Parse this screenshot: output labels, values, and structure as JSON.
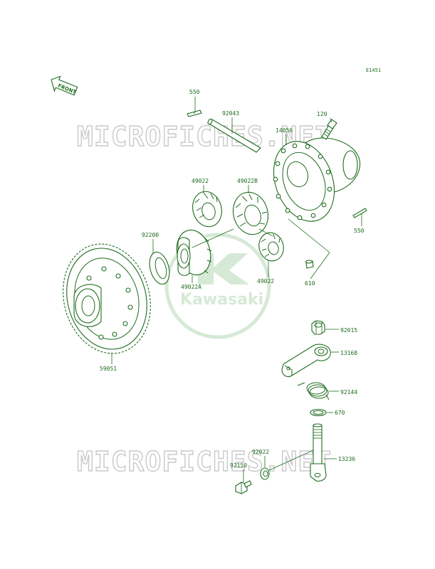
{
  "diagram_code": "E1451",
  "front_label": "FRONT",
  "watermark_text": "MICROFICHES.NET",
  "logo_text": "Kawasaki",
  "colors": {
    "line": "#1e6b1e",
    "watermark": "#c9c9c9",
    "logo": "#d6e9d6",
    "background": "#ffffff"
  },
  "parts": [
    {
      "id": "p550a",
      "number": "550"
    },
    {
      "id": "p92043",
      "number": "92043"
    },
    {
      "id": "p14056",
      "number": "14056"
    },
    {
      "id": "p120",
      "number": "120"
    },
    {
      "id": "p49022a",
      "number": "49022"
    },
    {
      "id": "p49022b",
      "number": "49022B"
    },
    {
      "id": "p550b",
      "number": "550"
    },
    {
      "id": "p92200",
      "number": "92200"
    },
    {
      "id": "p49022A",
      "number": "49022A"
    },
    {
      "id": "p49022c",
      "number": "49022"
    },
    {
      "id": "p610",
      "number": "610"
    },
    {
      "id": "p59051",
      "number": "59051"
    },
    {
      "id": "p92015",
      "number": "92015"
    },
    {
      "id": "p13168",
      "number": "13168"
    },
    {
      "id": "p92144",
      "number": "92144"
    },
    {
      "id": "p670",
      "number": "670"
    },
    {
      "id": "p92022",
      "number": "92022"
    },
    {
      "id": "p92150",
      "number": "92150"
    },
    {
      "id": "p13236",
      "number": "13236"
    }
  ]
}
